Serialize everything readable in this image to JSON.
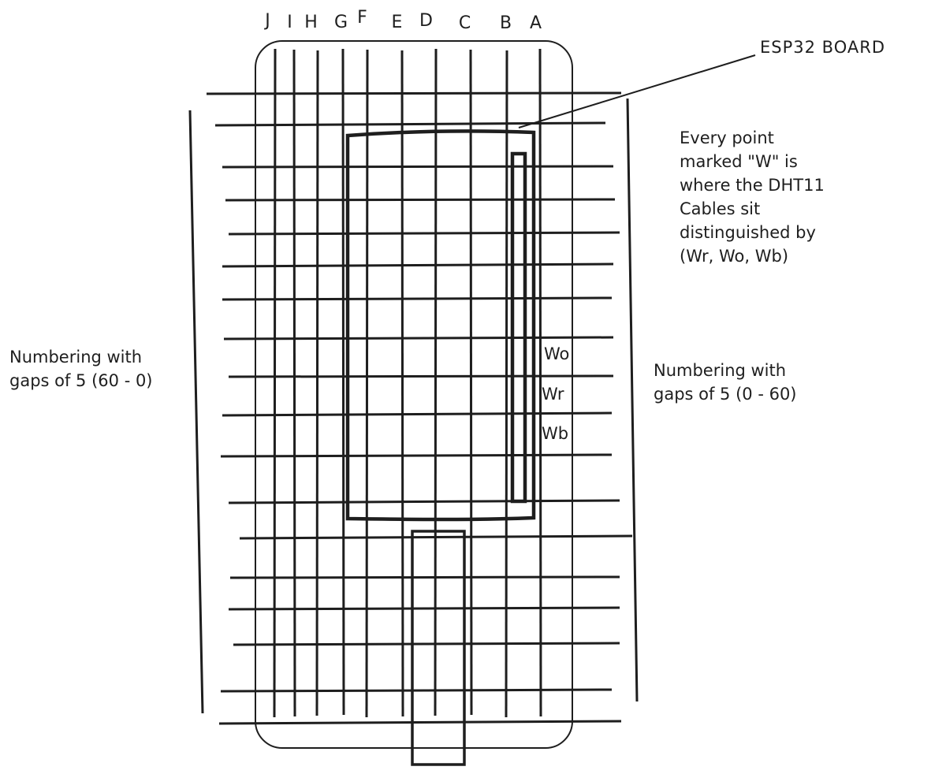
{
  "columns": [
    "J",
    "I",
    "H",
    "G",
    "F",
    "E",
    "D",
    "C",
    "B",
    "A"
  ],
  "board_label": "ESP32 BOARD",
  "left_note": [
    "Numbering with",
    "gaps of 5 (60 - 0)"
  ],
  "right_note": [
    "Numbering with",
    "gaps of 5 (0 - 60)"
  ],
  "legend_note": [
    "Every point",
    "marked \"W\" is",
    "where the DHT11",
    "Cables sit",
    "distinguished by",
    "(Wr, Wo, Wb)"
  ],
  "wires": [
    "Wo",
    "Wr",
    "Wb"
  ],
  "colors": {
    "stroke": "#1e1e1e",
    "background": "#ffffff"
  }
}
